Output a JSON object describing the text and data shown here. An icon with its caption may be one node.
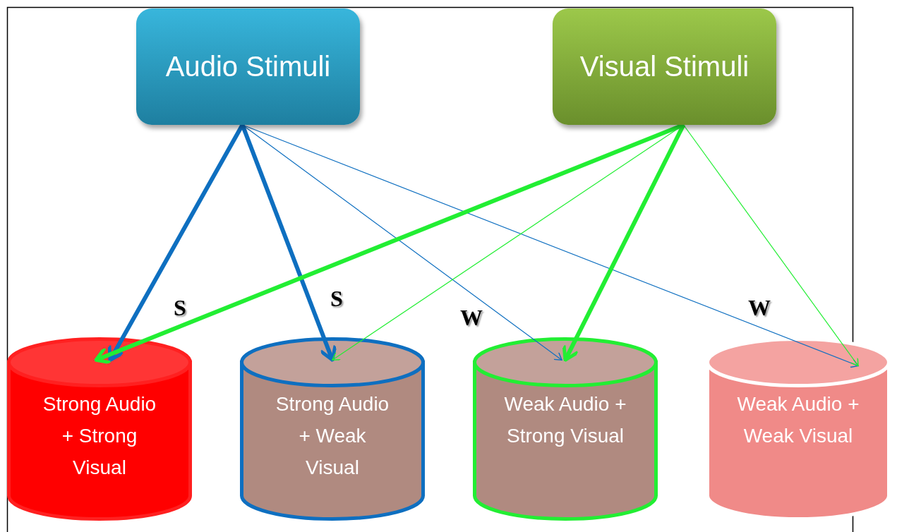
{
  "diagram": {
    "nodes": [
      {
        "text": [
          "Audio Stimuli"
        ]
      },
      {
        "text": [
          "Visual Stimuli"
        ]
      },
      {
        "text": [
          "Strong Audio + Strong Visual"
        ]
      },
      {
        "text": [
          "Strong Audio + Weak Visual"
        ]
      },
      {
        "text": [
          "Weak Audio + Strong Visual"
        ]
      },
      {
        "text": [
          "Weak Audio + Weak Visual"
        ]
      }
    ],
    "edges": [
      {
        "from": 0,
        "to": 2,
        "arrow": "to",
        "style": "thick"
      },
      {
        "from": 0,
        "to": 3,
        "arrow": "to",
        "style": "thick"
      },
      {
        "from": 0,
        "to": 4,
        "arrow": "to"
      },
      {
        "from": 0,
        "to": 5,
        "arrow": "to"
      },
      {
        "from": 1,
        "to": 2,
        "arrow": "to",
        "style": "thick",
        "color": "#22ee33"
      },
      {
        "from": 1,
        "to": 3,
        "arrow": "to",
        "color": "#22ee33"
      },
      {
        "from": 1,
        "to": 4,
        "arrow": "to",
        "style": "thick",
        "color": "#22ee33"
      },
      {
        "from": 1,
        "to": 5,
        "arrow": "to",
        "color": "#22ee33"
      }
    ],
    "labels": [
      "S",
      "S",
      "W",
      "W"
    ]
  }
}
